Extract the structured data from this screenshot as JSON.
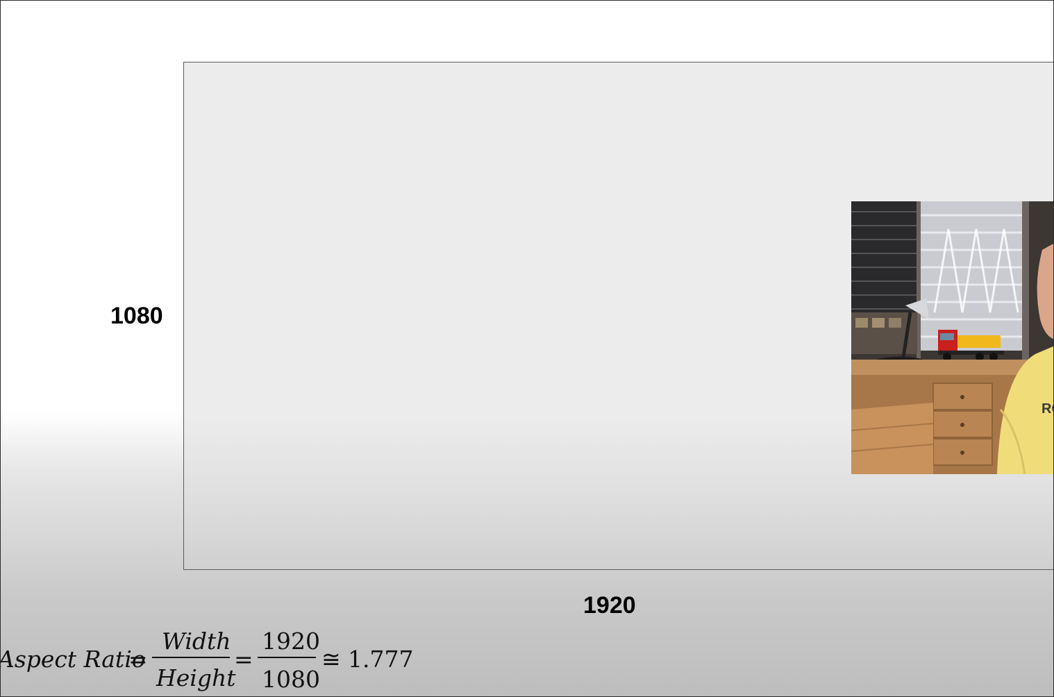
{
  "diagram": {
    "height_label": "1080",
    "width_label": "1920"
  },
  "formula": {
    "lhs": "Aspect Ratio",
    "eq1": "=",
    "frac1_num": "Width",
    "frac1_den": "Height",
    "eq2": "=",
    "frac2_num": "1920",
    "frac2_den": "1080",
    "approx": "≅",
    "result": "1.777"
  },
  "webcam": {
    "shirt_text": "RC"
  }
}
